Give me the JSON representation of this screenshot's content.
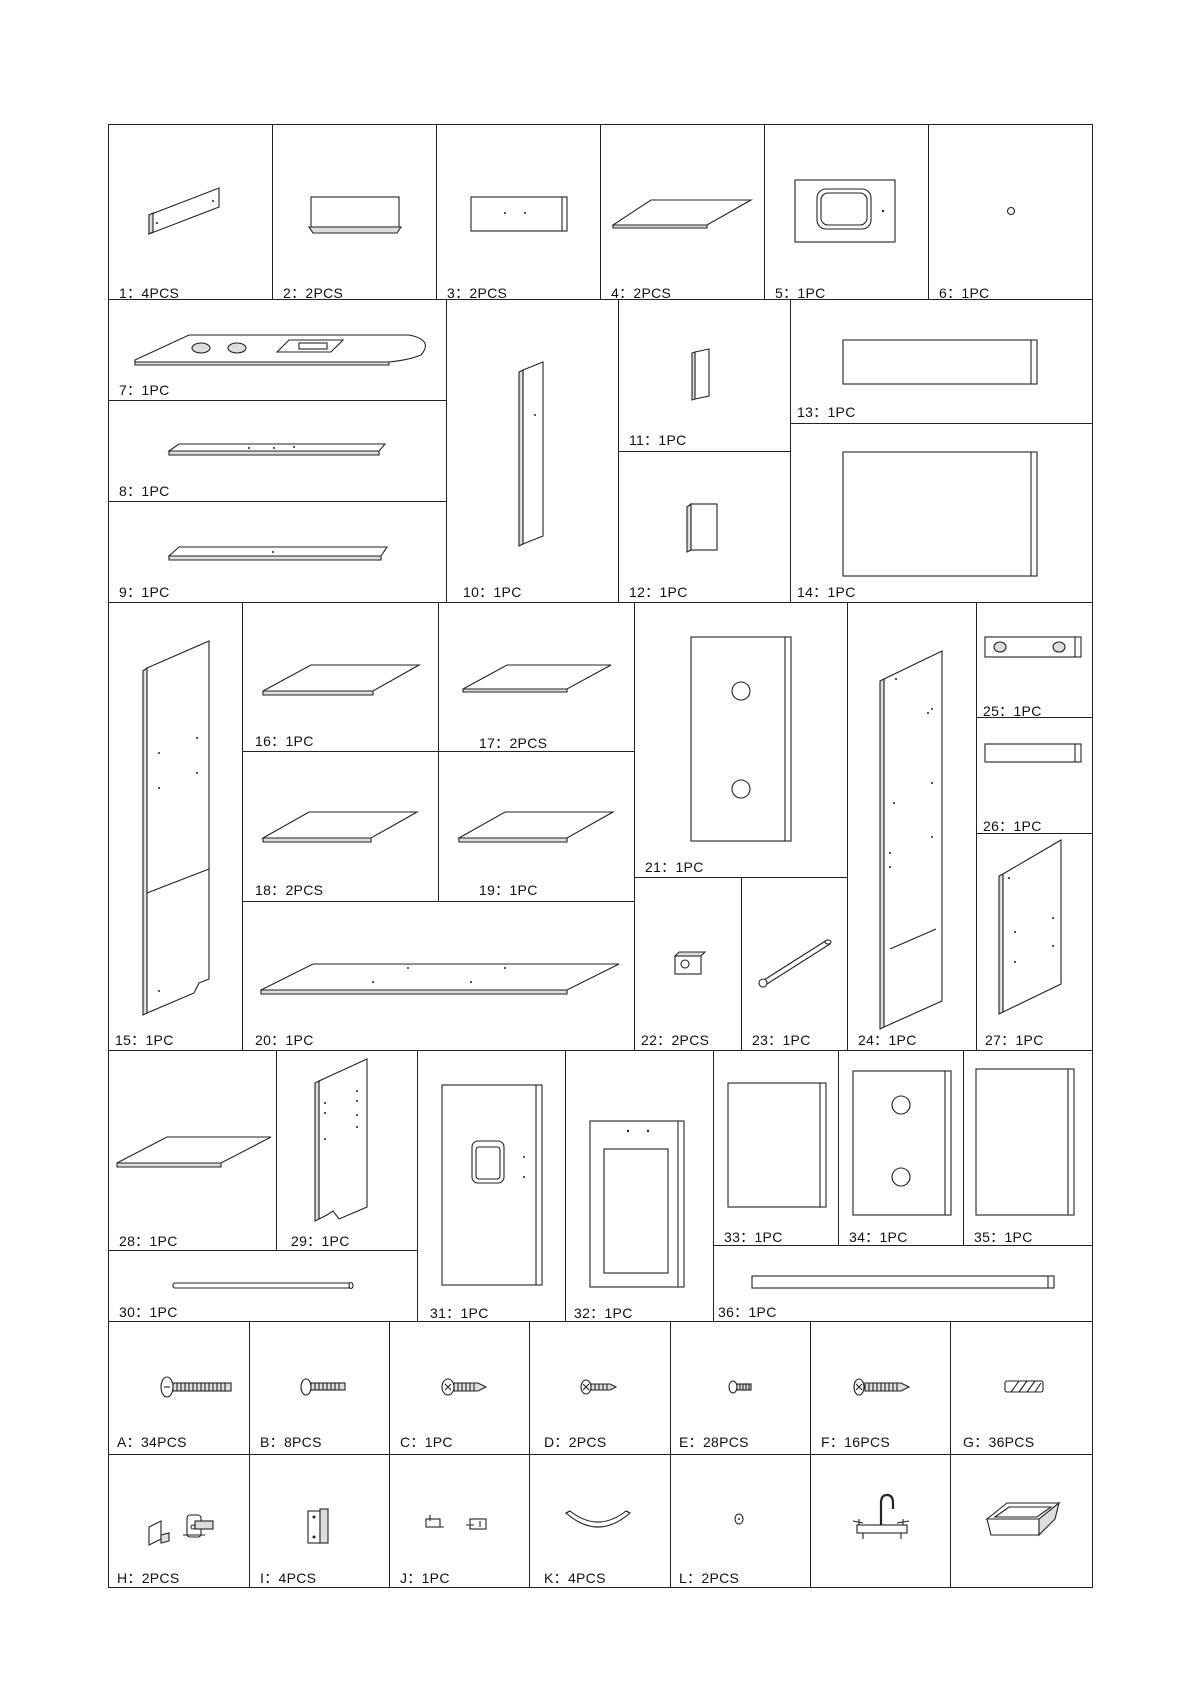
{
  "parts": [
    {
      "id": "p1",
      "label": "1：4PCS",
      "shape": "panel-small"
    },
    {
      "id": "p2",
      "label": "2：2PCS",
      "shape": "drawer-front"
    },
    {
      "id": "p3",
      "label": "3：2PCS",
      "shape": "drawer-back"
    },
    {
      "id": "p4",
      "label": "4：2PCS",
      "shape": "thin-board"
    },
    {
      "id": "p5",
      "label": "5：1PC",
      "shape": "sink-panel"
    },
    {
      "id": "p6",
      "label": "6：1PC",
      "shape": "knob"
    },
    {
      "id": "p7",
      "label": "7：1PC",
      "shape": "countertop"
    },
    {
      "id": "p8",
      "label": "8：1PC",
      "shape": "long-board"
    },
    {
      "id": "p9",
      "label": "9：1PC",
      "shape": "long-board"
    },
    {
      "id": "p10",
      "label": "10：1PC",
      "shape": "tall-panel"
    },
    {
      "id": "p11",
      "label": "11：1PC",
      "shape": "small-block"
    },
    {
      "id": "p12",
      "label": "12：1PC",
      "shape": "small-block"
    },
    {
      "id": "p13",
      "label": "13：1PC",
      "shape": "rect-panel"
    },
    {
      "id": "p14",
      "label": "14：1PC",
      "shape": "back-panel"
    },
    {
      "id": "p15",
      "label": "15：1PC",
      "shape": "side-panel"
    },
    {
      "id": "p16",
      "label": "16：1PC",
      "shape": "shelf"
    },
    {
      "id": "p17",
      "label": "17：2PCS",
      "shape": "shelf"
    },
    {
      "id": "p18",
      "label": "18：2PCS",
      "shape": "shelf"
    },
    {
      "id": "p19",
      "label": "19：1PC",
      "shape": "shelf"
    },
    {
      "id": "p20",
      "label": "20：1PC",
      "shape": "long-shelf"
    },
    {
      "id": "p21",
      "label": "21：1PC",
      "shape": "door-holes"
    },
    {
      "id": "p22",
      "label": "22：2PCS",
      "shape": "bracket"
    },
    {
      "id": "p23",
      "label": "23：1PC",
      "shape": "rod"
    },
    {
      "id": "p24",
      "label": "24：1PC",
      "shape": "side-panel"
    },
    {
      "id": "p25",
      "label": "25：1PC",
      "shape": "rail-holes"
    },
    {
      "id": "p26",
      "label": "26：1PC",
      "shape": "rail"
    },
    {
      "id": "p27",
      "label": "27：1PC",
      "shape": "mid-panel"
    },
    {
      "id": "p28",
      "label": "28：1PC",
      "shape": "shelf"
    },
    {
      "id": "p29",
      "label": "29：1PC",
      "shape": "leg-panel"
    },
    {
      "id": "p30",
      "label": "30：1PC",
      "shape": "long-rod"
    },
    {
      "id": "p31",
      "label": "31：1PC",
      "shape": "oven-door"
    },
    {
      "id": "p32",
      "label": "32：1PC",
      "shape": "window-door"
    },
    {
      "id": "p33",
      "label": "33：1PC",
      "shape": "flat-door"
    },
    {
      "id": "p34",
      "label": "34：1PC",
      "shape": "door-holes"
    },
    {
      "id": "p35",
      "label": "35：1PC",
      "shape": "flat-door"
    },
    {
      "id": "p36",
      "label": "36：1PC",
      "shape": "bar"
    },
    {
      "id": "hA",
      "label": "A：34PCS",
      "shape": "screw-long"
    },
    {
      "id": "hB",
      "label": "B：8PCS",
      "shape": "screw-short"
    },
    {
      "id": "hC",
      "label": "C：1PC",
      "shape": "screw-cross"
    },
    {
      "id": "hD",
      "label": "D：2PCS",
      "shape": "screw-cross-short"
    },
    {
      "id": "hE",
      "label": "E：28PCS",
      "shape": "screw-tiny"
    },
    {
      "id": "hF",
      "label": "F：16PCS",
      "shape": "screw-cross-long"
    },
    {
      "id": "hG",
      "label": "G：36PCS",
      "shape": "dowel"
    },
    {
      "id": "hH",
      "label": "H：2PCS",
      "shape": "hinge"
    },
    {
      "id": "hI",
      "label": "I：4PCS",
      "shape": "hinge-plate"
    },
    {
      "id": "hJ",
      "label": "J：1PC",
      "shape": "latch"
    },
    {
      "id": "hK",
      "label": "K：4PCS",
      "shape": "handle"
    },
    {
      "id": "hL",
      "label": "L：2PCS",
      "shape": "small-knob"
    },
    {
      "id": "hM",
      "label": "",
      "shape": "faucet"
    },
    {
      "id": "hN",
      "label": "",
      "shape": "sink-basin"
    }
  ]
}
